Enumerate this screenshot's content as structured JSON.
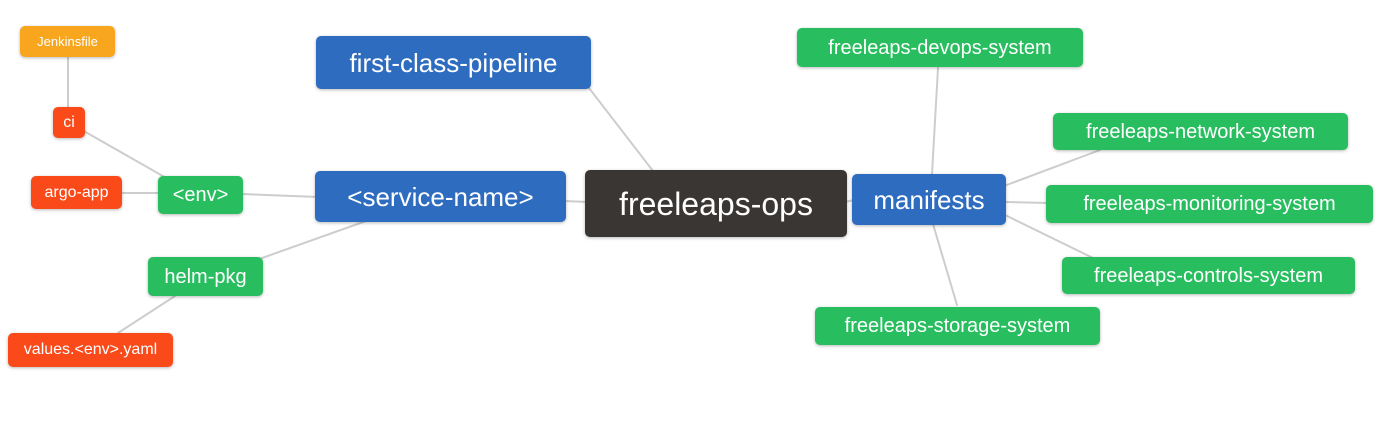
{
  "diagram": {
    "type": "mindmap",
    "root_label": "freeleaps-ops"
  },
  "colors": {
    "background": "#FFFFFF",
    "root_bg": "#3A3633",
    "level1_bg": "#2E6CC0",
    "level2_bg": "#28BE5F",
    "level3_bg": "#FA4A1A",
    "level4_bg": "#F7A61E",
    "node_text": "#FFFFFF",
    "edge": "#CDCDCD"
  },
  "nodes": [
    {
      "id": "freeleaps-ops",
      "label": "freeleaps-ops",
      "role": "root"
    },
    {
      "id": "first-class-pipeline",
      "label": "first-class-pipeline",
      "role": "level1"
    },
    {
      "id": "service-name",
      "label": "<service-name>",
      "role": "level1"
    },
    {
      "id": "manifests",
      "label": "manifests",
      "role": "level1"
    },
    {
      "id": "env",
      "label": "<env>",
      "role": "level2"
    },
    {
      "id": "helm-pkg",
      "label": "helm-pkg",
      "role": "level2"
    },
    {
      "id": "ci",
      "label": "ci",
      "role": "level3"
    },
    {
      "id": "argo-app",
      "label": "argo-app",
      "role": "level3"
    },
    {
      "id": "values-env-yaml",
      "label": "values.<env>.yaml",
      "role": "level3"
    },
    {
      "id": "jenkinsfile",
      "label": "Jenkinsfile",
      "role": "level4"
    },
    {
      "id": "freeleaps-devops-system",
      "label": "freeleaps-devops-system",
      "role": "level2"
    },
    {
      "id": "freeleaps-network-system",
      "label": "freeleaps-network-system",
      "role": "level2"
    },
    {
      "id": "freeleaps-monitoring-system",
      "label": "freeleaps-monitoring-system",
      "role": "level2"
    },
    {
      "id": "freeleaps-controls-system",
      "label": "freeleaps-controls-system",
      "role": "level2"
    },
    {
      "id": "freeleaps-storage-system",
      "label": "freeleaps-storage-system",
      "role": "level2"
    }
  ],
  "edges": [
    {
      "a": "ci",
      "b": "jenkinsfile"
    },
    {
      "a": "env",
      "b": "ci"
    },
    {
      "a": "env",
      "b": "argo-app"
    },
    {
      "a": "service-name",
      "b": "env"
    },
    {
      "a": "service-name",
      "b": "helm-pkg"
    },
    {
      "a": "helm-pkg",
      "b": "values-env-yaml"
    },
    {
      "a": "freeleaps-ops",
      "b": "first-class-pipeline"
    },
    {
      "a": "freeleaps-ops",
      "b": "service-name"
    },
    {
      "a": "freeleaps-ops",
      "b": "manifests"
    },
    {
      "a": "manifests",
      "b": "freeleaps-devops-system"
    },
    {
      "a": "manifests",
      "b": "freeleaps-network-system"
    },
    {
      "a": "manifests",
      "b": "freeleaps-monitoring-system"
    },
    {
      "a": "manifests",
      "b": "freeleaps-controls-system"
    },
    {
      "a": "manifests",
      "b": "freeleaps-storage-system"
    }
  ]
}
